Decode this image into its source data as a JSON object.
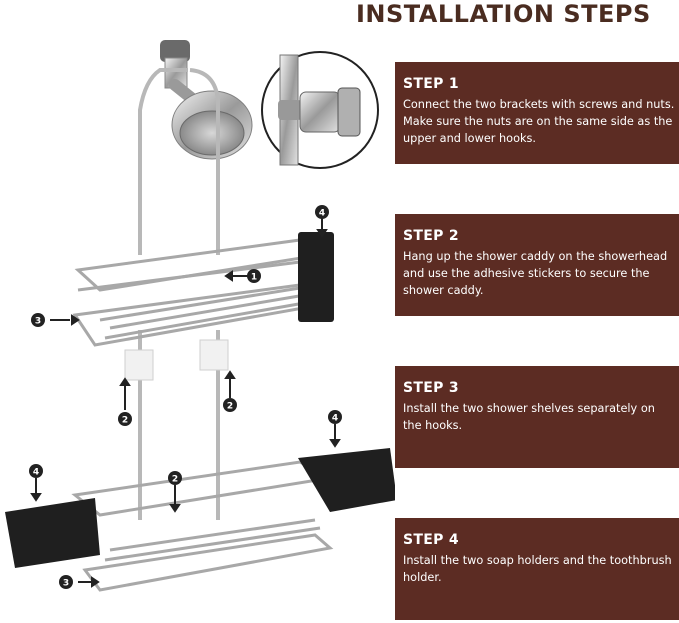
{
  "page_title": "INSTALLATION STEPS",
  "steps": [
    {
      "title": "STEP 1",
      "body": "Connect the two brackets with screws and nuts. Make sure the nuts are on the same side as the upper and lower hooks."
    },
    {
      "title": "STEP 2",
      "body": "Hang up the shower caddy on the showerhead and use the adhesive stickers to secure the shower caddy."
    },
    {
      "title": "STEP 3",
      "body": "Install the two shower shelves separately on the hooks."
    },
    {
      "title": "STEP 4",
      "body": "Install the two soap holders and the toothbrush holder."
    }
  ],
  "callouts": {
    "c1": "1",
    "c2a": "2",
    "c2b": "2",
    "c2c": "2",
    "c3a": "3",
    "c3b": "3",
    "c4a": "4",
    "c4b": "4",
    "c4c": "4"
  },
  "colors": {
    "title": "#4a2c20",
    "panel": "#5c2c23",
    "panel_text": "#ffffff"
  }
}
